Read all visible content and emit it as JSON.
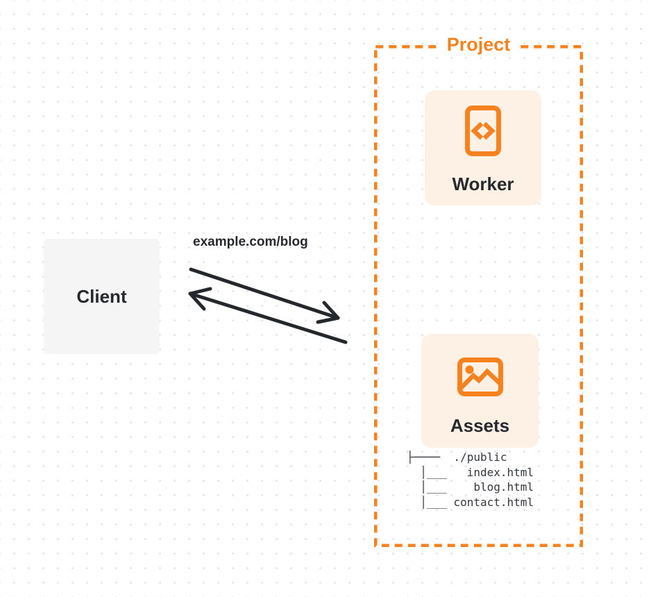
{
  "project": {
    "label": "Project"
  },
  "cards": {
    "worker": {
      "label": "Worker",
      "icon": "code-document-icon"
    },
    "assets": {
      "label": "Assets",
      "icon": "image-icon"
    }
  },
  "client": {
    "label": "Client"
  },
  "request": {
    "url_label": "example.com/blog"
  },
  "file_tree": {
    "text": "├────  ./public\n  │___   index.html\n  │___    blog.html\n  │___ contact.html",
    "entries": [
      "./public",
      "index.html",
      "blog.html",
      "contact.html"
    ]
  },
  "colors": {
    "accent_orange": "#f6821f",
    "card_background": "#fcf1e4",
    "client_background": "#f5f5f6",
    "text_dark": "#26292e",
    "tree_text": "#33383f",
    "arrow": "#24282d",
    "grid_dot": "#e5e5e5"
  }
}
